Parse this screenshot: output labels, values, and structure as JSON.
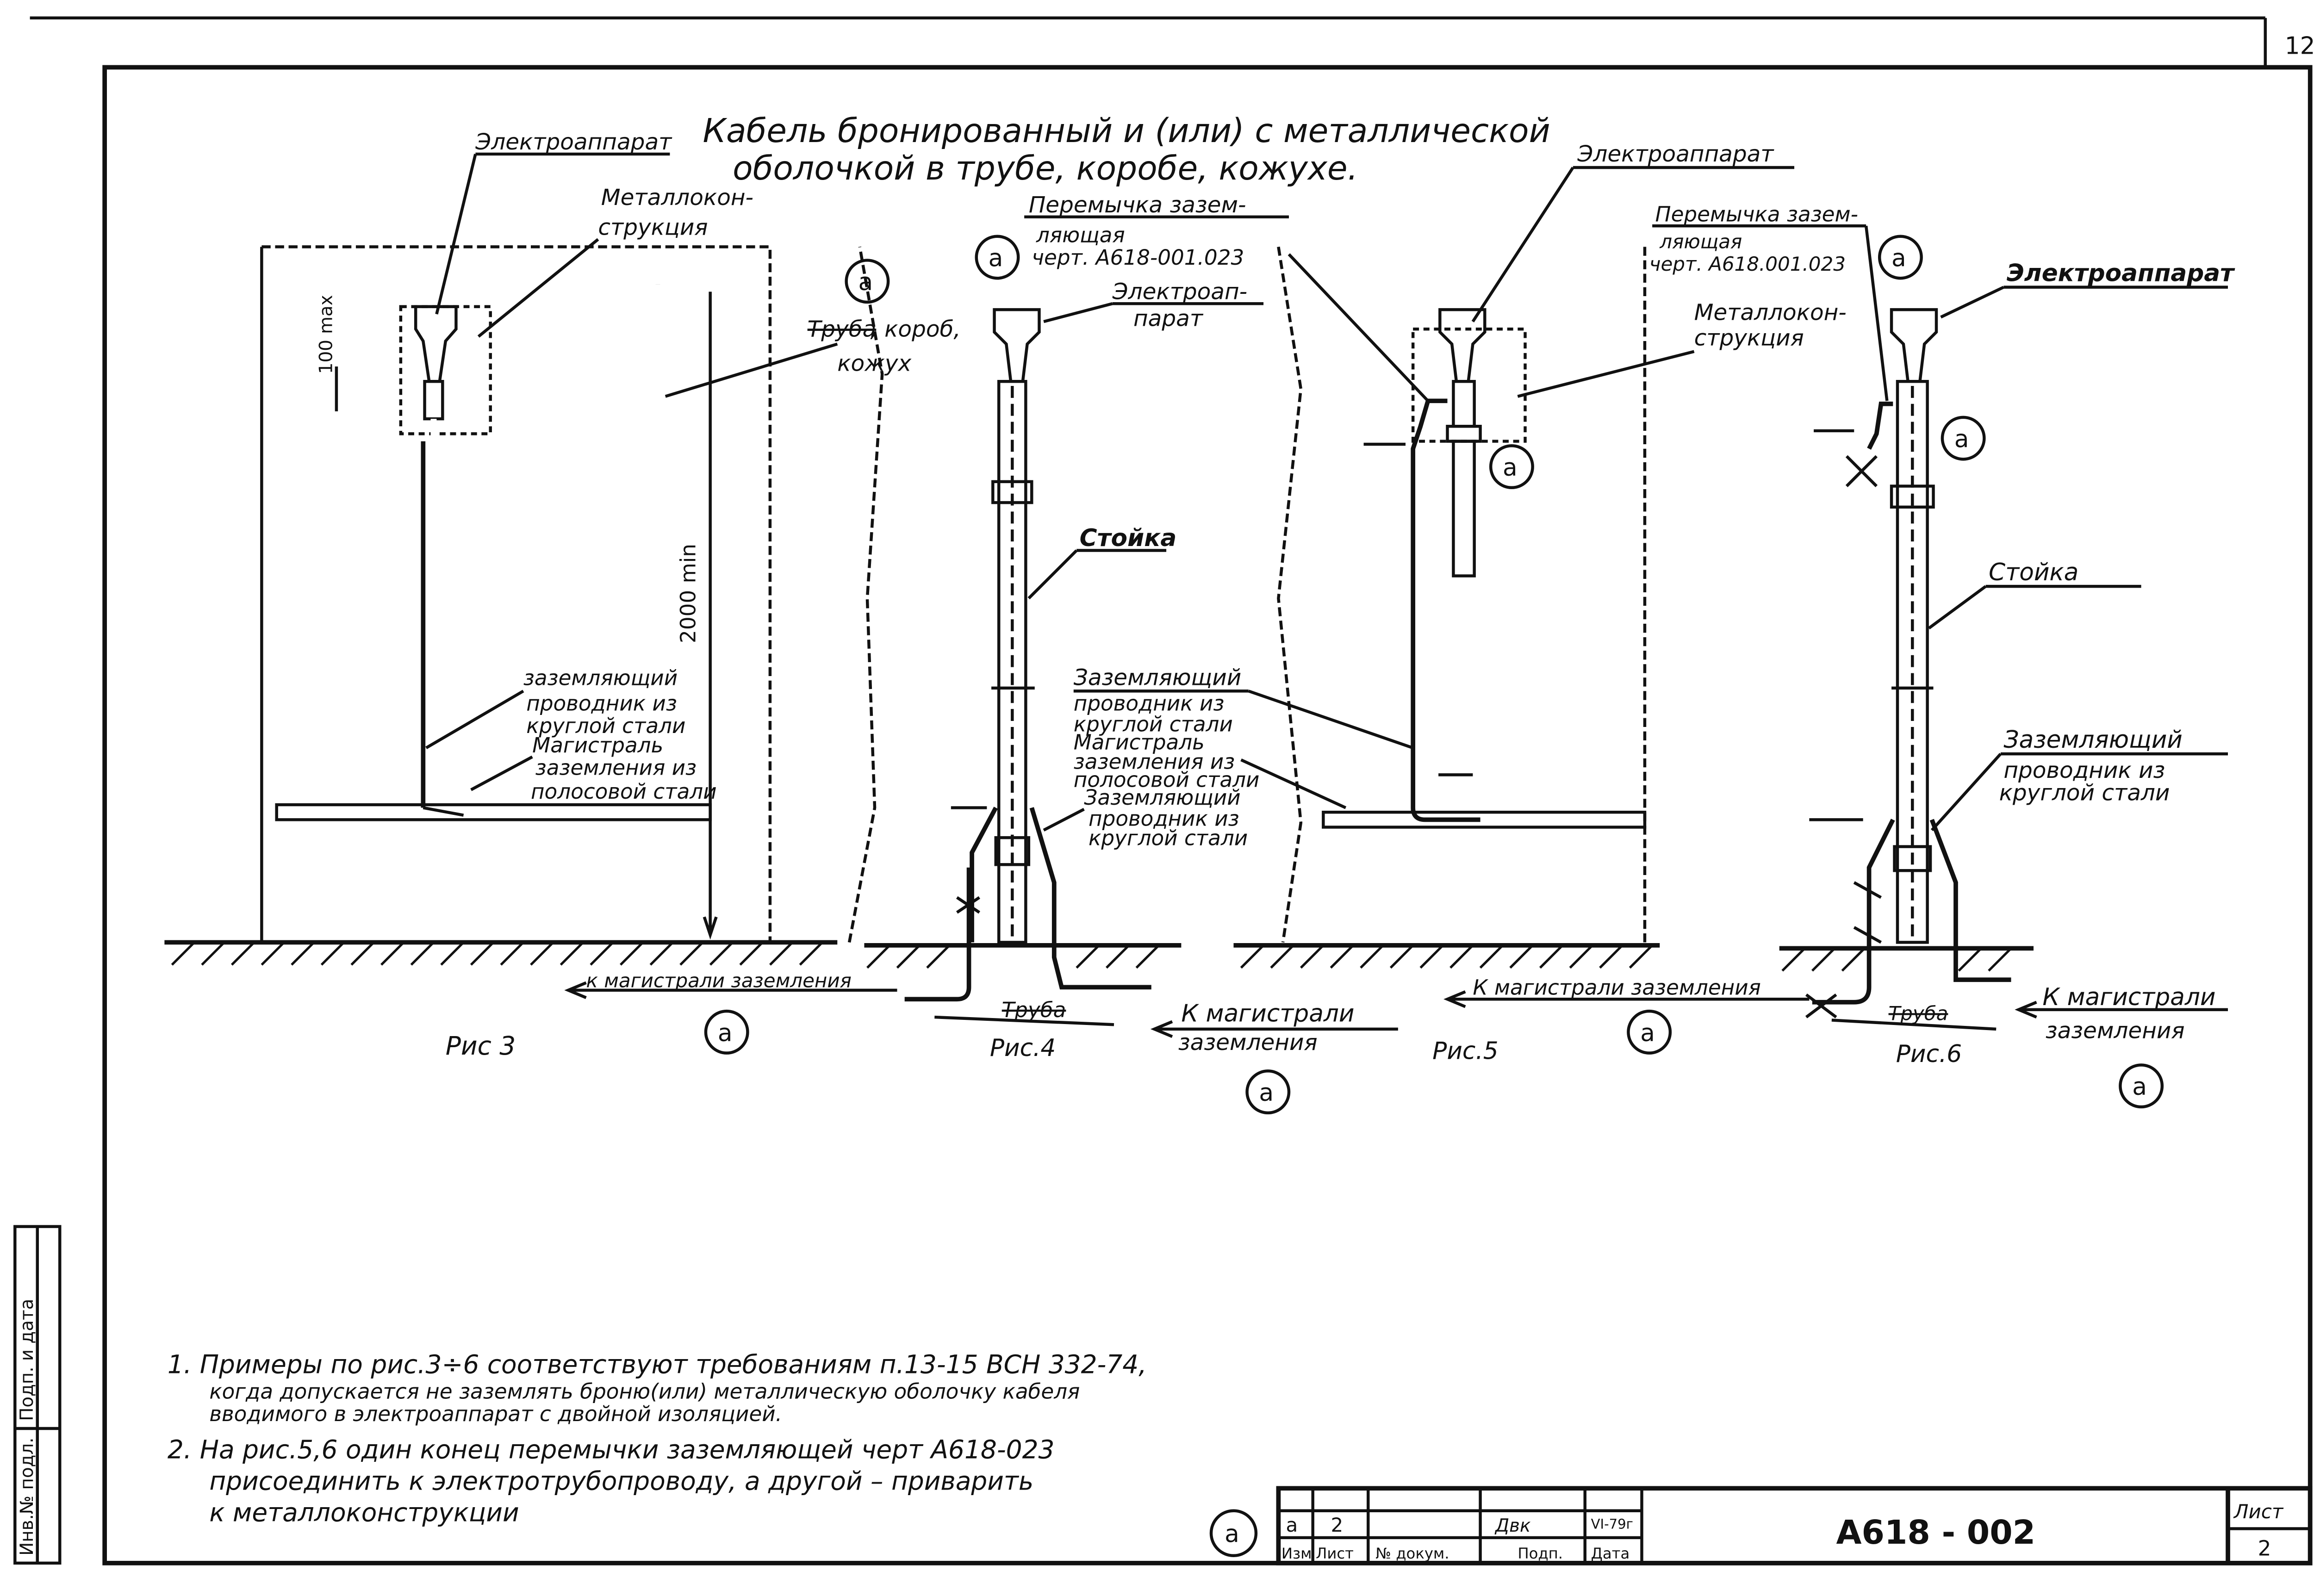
{
  "sheet": {
    "corner_number": "12",
    "title_line1": "Кабель бронированный и (или) с металлической",
    "title_line2": "оболочкой в трубе, коробе, кожухе."
  },
  "fig3": {
    "caption": "Рис 3",
    "device": "Электроаппарат",
    "metal_line1": "Металлокон-",
    "metal_line2": "струкция",
    "pipe_struck": "Труба",
    "box_line1": ", короб,",
    "box_line2": "кожух",
    "dim_100": "100 max",
    "dim_2000": "2000 min",
    "cond_line1": "заземляющий",
    "cond_line2": "проводник из",
    "cond_line3": "круглой стали",
    "bus_line1": "Магистраль",
    "bus_line2": "заземления из",
    "bus_line3": "полосовой стали",
    "to_main": "к магистрали заземления",
    "marker": "а"
  },
  "fig4": {
    "caption": "Рис.4",
    "jumper_line1": "Перемычка зазем-",
    "jumper_line2": "ляющая",
    "jumper_line3": "черт. А618-001.023",
    "device_line1": "Электроап-",
    "device_line2": "парат",
    "stand": "Стойка",
    "cond_line1": "Заземляющий",
    "cond_line2": "проводник из",
    "cond_line3": "круглой стали",
    "bus_line1": "Магистраль",
    "bus_line2": "заземления из",
    "bus_line3": "полосовой стали",
    "cond2_line1": "Заземляющий",
    "cond2_line2": "проводник из",
    "cond2_line3": "круглой стали",
    "pipe": "Труба",
    "to_main_line1": "К магистрали",
    "to_main_line2": "заземления",
    "marker": "а"
  },
  "fig5": {
    "caption": "Рис.5",
    "device": "Электроаппарат",
    "metal_line1": "Металлокон-",
    "metal_line2": "струкция",
    "to_main": "К магистрали заземления",
    "marker": "а"
  },
  "fig6": {
    "caption": "Рис.6",
    "jumper_line1": "Перемычка зазем-",
    "jumper_line2": "ляющая",
    "jumper_line3": "черт. А618.001.023",
    "device": "Электроаппарат",
    "stand": "Стойка",
    "cond_line1": "Заземляющий",
    "cond_line2": "проводник из",
    "cond_line3": "круглой стали",
    "pipe": "Труба",
    "to_main_line1": "К магистрали",
    "to_main_line2": "заземления",
    "marker": "а"
  },
  "notes": {
    "n1_line1": "1. Примеры по рис.3÷6 соответствуют требованиям п.13-15 ВСН 332-74,",
    "n1_line2": "когда допускается не заземлять броню(или) металлическую оболочку кабеля",
    "n1_line3": "вводимого в электроаппарат с двойной изоляцией.",
    "n2_line1": "2. На рис.5,6 один конец перемычки заземляющей черт А618-023",
    "n2_line2": "присоединить к электротрубопроводу, а другой – приварить",
    "n2_line3": "к металлоконструкции"
  },
  "stamp": {
    "left_col1": "Инв.№ подл.",
    "left_col2": "Подп. и дата",
    "rev_letter": "а",
    "rev_sheet": "2",
    "rev_date": "VI-79г",
    "h_izm": "Изм",
    "h_list": "Лист",
    "h_doc": "№ докум.",
    "h_sign": "Подп.",
    "h_date": "Дата",
    "doc_number": "А618 - 002",
    "sheet_label": "Лист",
    "sheet_number": "2",
    "marker": "а"
  }
}
